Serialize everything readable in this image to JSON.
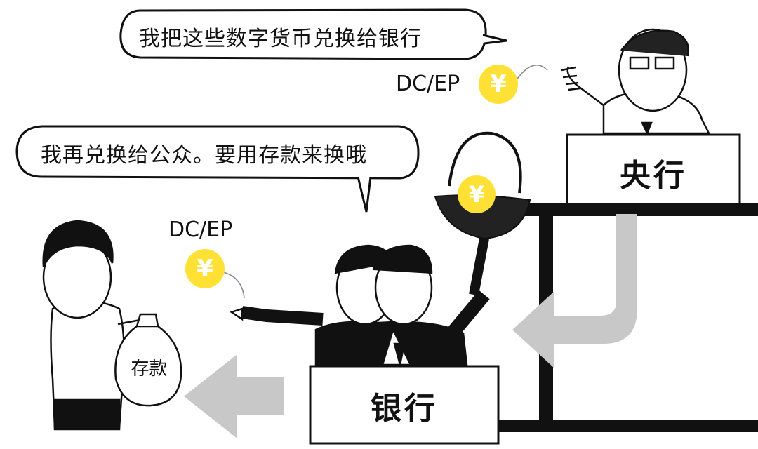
{
  "bubbles": {
    "central_bank_speech": "我把这些数字货币兑换给银行",
    "bank_speech": "我再兑换给公众。要用存款来换哦"
  },
  "labels": {
    "dcep_top": "DC/EP",
    "dcep_left": "DC/EP"
  },
  "boxes": {
    "central_bank": "央行",
    "bank": "银行"
  },
  "bag": {
    "label": "存款"
  },
  "coin_symbol": "¥",
  "colors": {
    "coin": "#ffe135",
    "arrow": "#c8c8c8",
    "ink": "#111111"
  }
}
